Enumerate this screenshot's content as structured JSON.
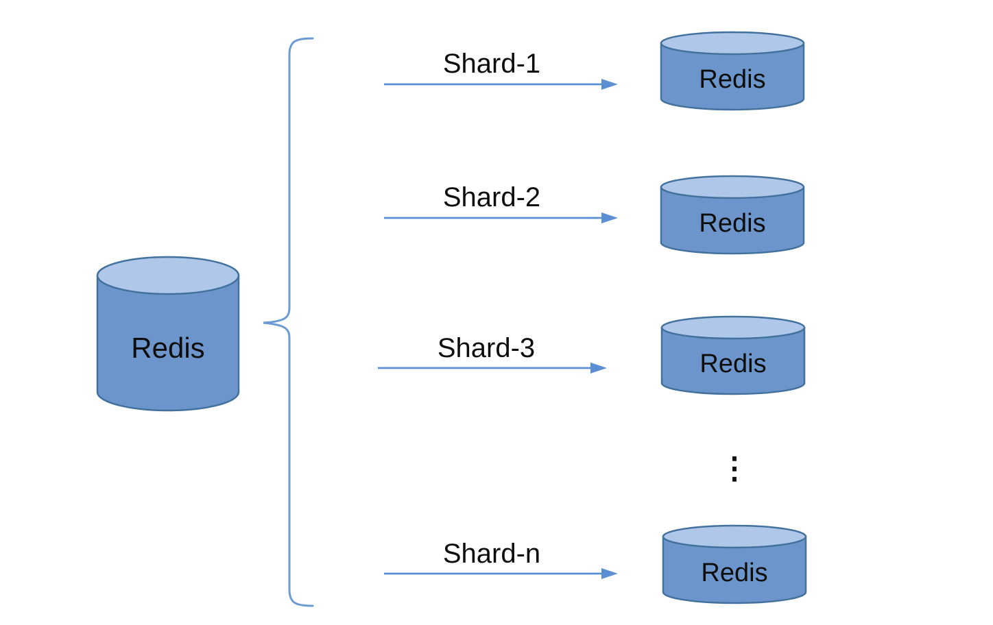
{
  "diagram": {
    "source_node": {
      "label": "Redis",
      "shape": "database-cylinder"
    },
    "shards": [
      {
        "label": "Shard-1"
      },
      {
        "label": "Shard-2"
      },
      {
        "label": "Shard-3"
      },
      {
        "label": "Shard-n"
      }
    ],
    "target_nodes": [
      {
        "label": "Redis",
        "shape": "database-cylinder"
      },
      {
        "label": "Redis",
        "shape": "database-cylinder"
      },
      {
        "label": "Redis",
        "shape": "database-cylinder"
      },
      {
        "label": "Redis",
        "shape": "database-cylinder"
      }
    ],
    "ellipsis": "⋮",
    "colors": {
      "cylinder_body": "#6C96CB",
      "cylinder_top": "#AFC7E8",
      "cylinder_stroke": "#41719C",
      "connector_blue": "#5B8FD4",
      "label_text": "#0d0d0d"
    }
  }
}
